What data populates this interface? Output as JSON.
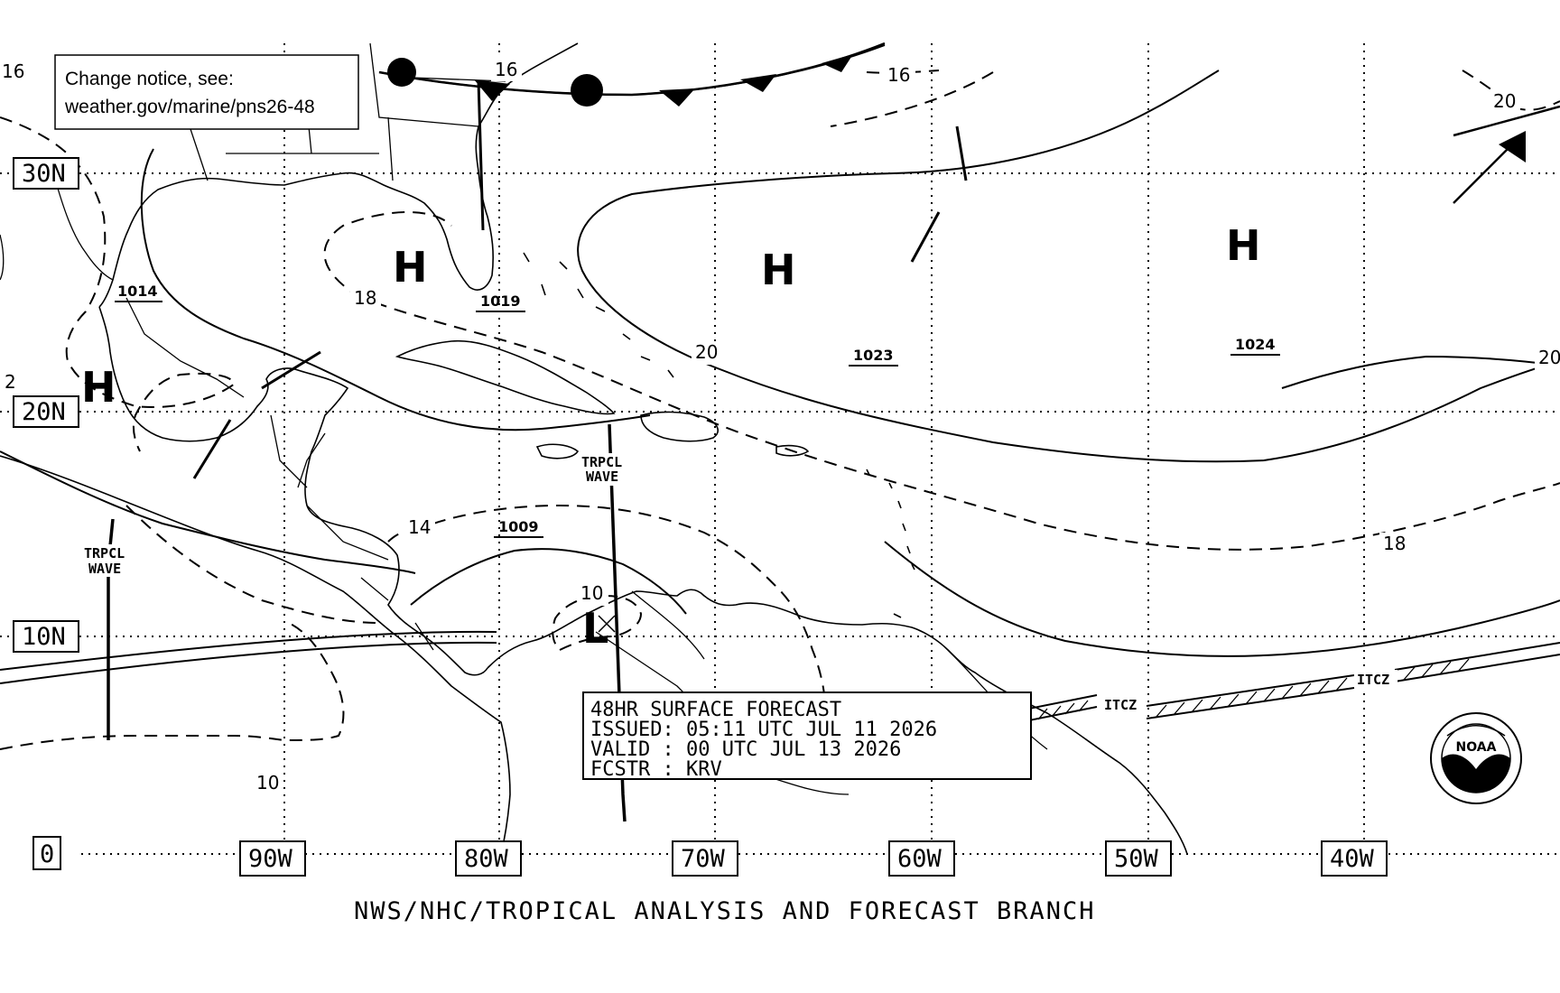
{
  "notice": {
    "line1": "Change notice, see:",
    "line2": "weather.gov/marine/pns26-48"
  },
  "latitude_labels": [
    "30N",
    "20N",
    "10N",
    "0"
  ],
  "longitude_labels": [
    "90W",
    "80W",
    "70W",
    "60W",
    "50W",
    "40W"
  ],
  "pressure_centers": [
    {
      "type": "H",
      "value": "1014"
    },
    {
      "type": "H",
      "value": "1019"
    },
    {
      "type": "H",
      "value": "1023"
    },
    {
      "type": "H",
      "value": "1024"
    },
    {
      "type": "L",
      "value": "1009"
    }
  ],
  "isobar_labels": [
    "16",
    "16",
    "16",
    "20",
    "18",
    "20",
    "20",
    "2",
    "14",
    "18",
    "10",
    "10"
  ],
  "features": {
    "tropical_wave_1": [
      "TRPCL",
      "WAVE"
    ],
    "tropical_wave_2": [
      "TRPCL",
      "WAVE"
    ],
    "itcz_1": "ITCZ",
    "itcz_2": "ITCZ"
  },
  "info_box": {
    "line1": "48HR SURFACE FORECAST",
    "line2": "ISSUED: 05:11 UTC JUL 11 2026",
    "line3": "VALID : 00 UTC JUL 13 2026",
    "line4": "FCSTR : KRV"
  },
  "footer": "NWS/NHC/TROPICAL ANALYSIS AND FORECAST BRANCH",
  "logo": {
    "text": "NOAA",
    "icon": "noaa-logo-icon"
  }
}
